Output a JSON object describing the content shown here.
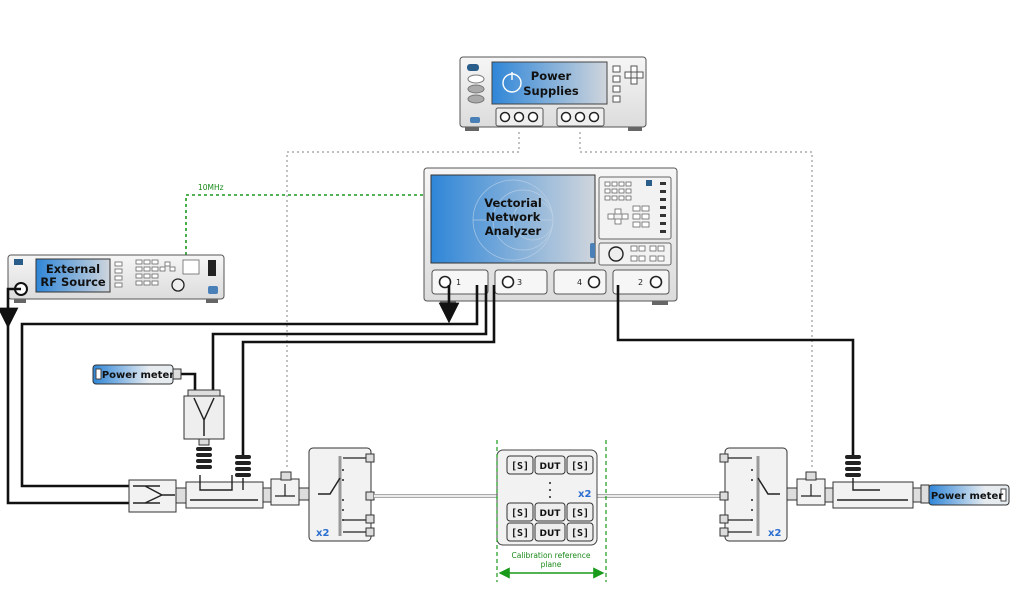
{
  "power_supplies": {
    "line1": "Power",
    "line2": "Supplies"
  },
  "vna": {
    "line1": "Vectorial",
    "line2": "Network",
    "line3": "Analyzer",
    "ports": [
      "1",
      "3",
      "4",
      "2"
    ]
  },
  "rf_source": {
    "line1": "External",
    "line2": "RF Source"
  },
  "reference_clock": "10MHz",
  "power_meter_left": "Power meter",
  "power_meter_right": "Power meter",
  "switch_left_mult": "x2",
  "switch_right_mult": "x2",
  "dut_block": {
    "s": "[S]",
    "dut": "DUT",
    "mult": "x2"
  },
  "calibration": {
    "line1": "Calibration reference",
    "line2": "plane"
  },
  "colors": {
    "screen_start": "#2f86d8",
    "screen_end": "#cfd5dc",
    "green": "#1a9a1a",
    "cable": "#111111"
  }
}
